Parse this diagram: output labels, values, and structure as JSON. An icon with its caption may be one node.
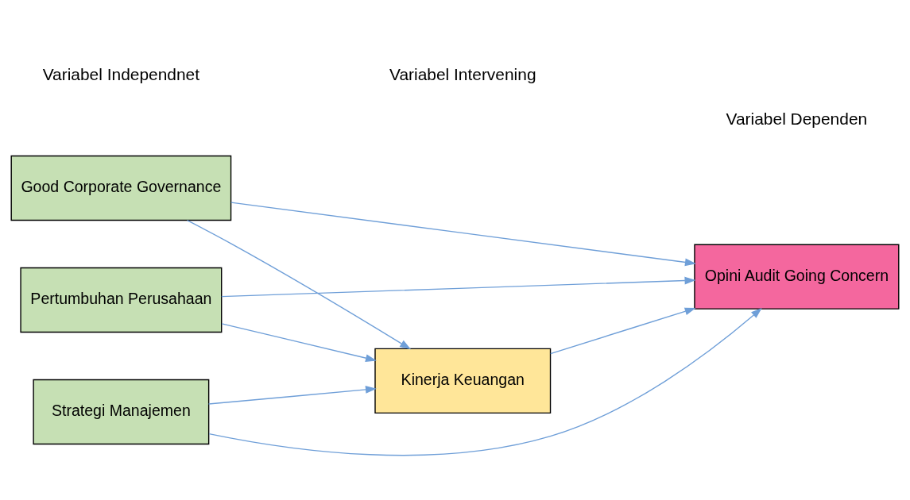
{
  "diagram": {
    "nodes": [
      {
        "text": [
          "Good Corporate Governance"
        ]
      },
      {
        "text": [
          "Pertumbuhan Perusahaan"
        ]
      },
      {
        "text": [
          "Strategi Manajemen"
        ]
      },
      {
        "text": [
          "Kinerja Keuangan"
        ]
      },
      {
        "text": [
          "Opini Audit Going Concern"
        ]
      }
    ],
    "edges": [
      {
        "from": 0,
        "to": 3,
        "arrow": "to"
      },
      {
        "from": 0,
        "to": 4,
        "arrow": "to"
      },
      {
        "from": 1,
        "to": 3,
        "arrow": "to"
      },
      {
        "from": 1,
        "to": 4,
        "arrow": "to"
      },
      {
        "from": 2,
        "to": 3,
        "arrow": "to"
      },
      {
        "from": 2,
        "to": 4,
        "arrow": "to"
      },
      {
        "from": 3,
        "to": 4,
        "arrow": "to"
      }
    ],
    "labels": [
      "Variabel Independnet",
      "Variabel Intervening",
      "Variabel Dependen"
    ]
  }
}
